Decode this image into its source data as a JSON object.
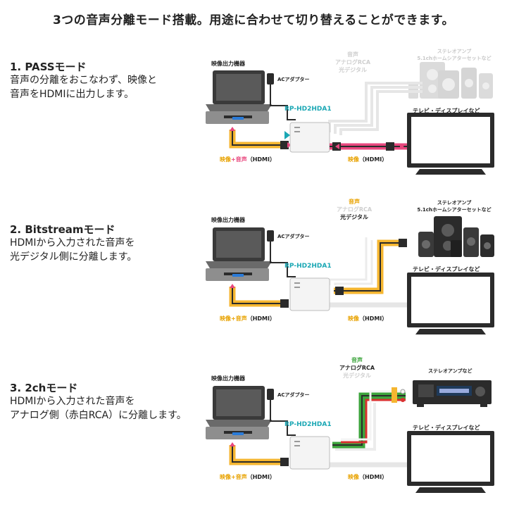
{
  "headline": "3つの音声分離モード搭載。用途に合わせて切り替えることができます。",
  "common": {
    "source_label": "映像出力機器",
    "ac_label": "ACアダプター",
    "product_label": "RP-HD2HDA1",
    "tv_label": "テレビ・ディスプレイなど",
    "input_cable_label": {
      "part1": "映像",
      "plus": "+",
      "part2": "音声",
      "suffix": "（HDMI）"
    },
    "output_cable_label": {
      "part1": "映像",
      "suffix": "（HDMI）"
    },
    "bracket_audio": "音声",
    "bracket_analog": "アナログRCA",
    "bracket_optical": "光デジタル",
    "amp51_label_1": "ステレオアンプ",
    "amp51_label_2": "5.1chホームシアターセットなど",
    "stereo_amp_label": "ステレオアンプなど"
  },
  "modes": [
    {
      "title": "1. PASSモード",
      "desc_1": "音声の分離をおこなわず、映像と",
      "desc_2": "音声をHDMIに出力します。"
    },
    {
      "title": "2. Bitstreamモード",
      "desc_1": "HDMIから入力された音声を",
      "desc_2": "光デジタル側に分離します。"
    },
    {
      "title": "3. 2chモード",
      "desc_1": "HDMIから入力された音声を",
      "desc_2": "アナログ側（赤白RCA）に分離します。"
    }
  ],
  "colors": {
    "hdmi_input": "#f5b630",
    "hdmi_output_pass": "#e8477e",
    "optical_active": "#f5b630",
    "analog_green": "#3ca43c",
    "analog_red": "#d93030",
    "analog_white": "#f4f4f4",
    "faded": "#e6e6e6",
    "accent_text": "#1aa7b4"
  }
}
